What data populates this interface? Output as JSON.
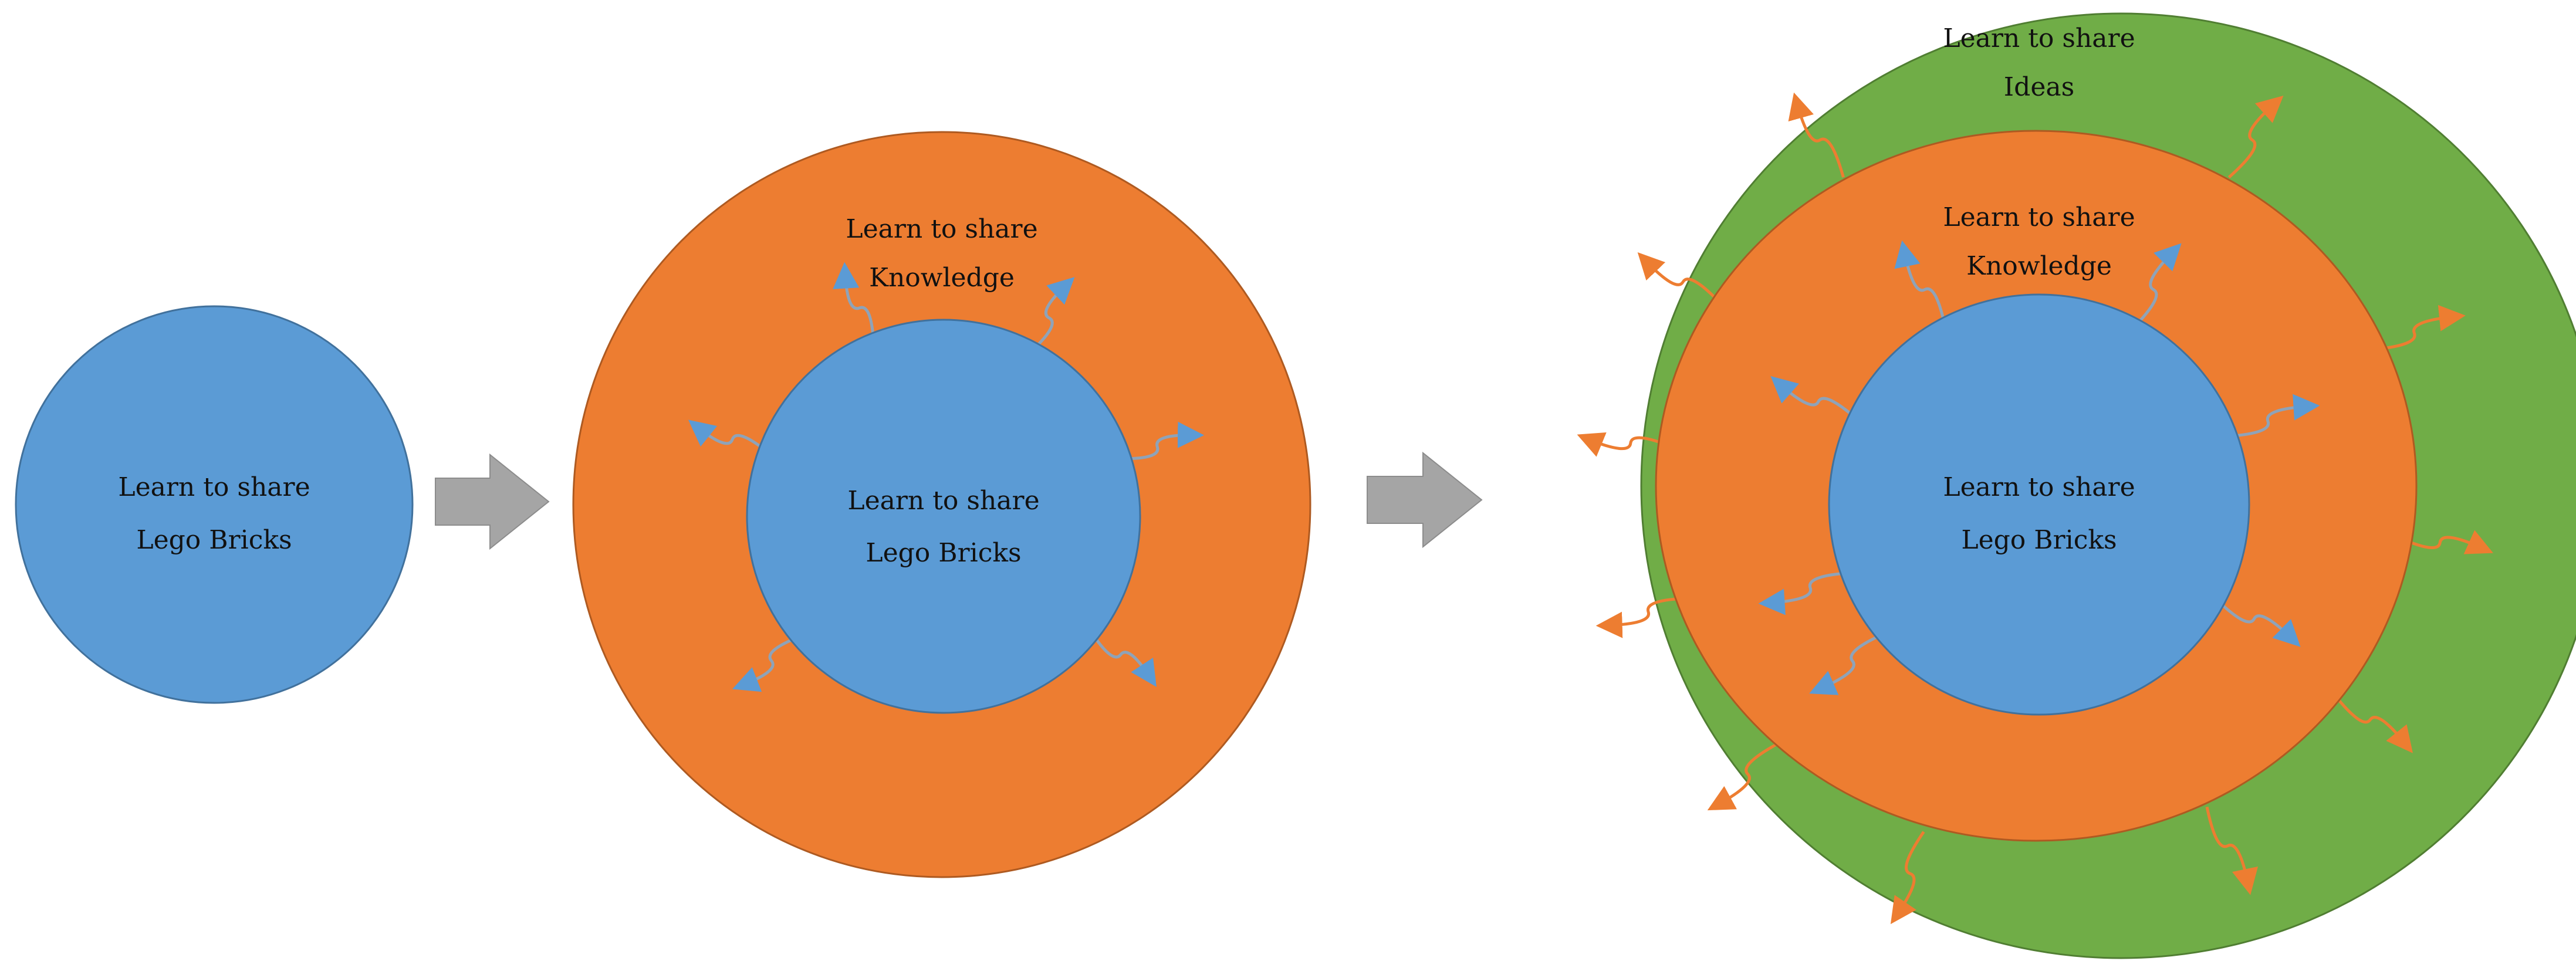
{
  "colors": {
    "blue": "#5b9bd5",
    "orange": "#ed7d31",
    "green": "#70ad47",
    "arrow_gray": "#a5a5a5",
    "stroke": "#41719c",
    "orange_stroke": "#ae5a21",
    "green_stroke": "#507e32",
    "blue_ray": "#5b9bd5",
    "orange_ray": "#ed7d31",
    "gray_line": "#8fa3b8"
  },
  "stage1": {
    "lego": {
      "line1": "Learn to share",
      "line2": "Lego Bricks"
    }
  },
  "stage2": {
    "knowledge": {
      "line1": "Learn to share",
      "line2": "Knowledge"
    },
    "lego": {
      "line1": "Learn to share",
      "line2": "Lego Bricks"
    }
  },
  "stage3": {
    "ideas": {
      "line1": "Learn to share",
      "line2": "Ideas"
    },
    "knowledge": {
      "line1": "Learn to share",
      "line2": "Knowledge"
    },
    "lego": {
      "line1": "Learn to share",
      "line2": "Lego Bricks"
    }
  },
  "transition_arrows": [
    {
      "name": "right-arrow-icon"
    },
    {
      "name": "right-arrow-icon"
    }
  ]
}
